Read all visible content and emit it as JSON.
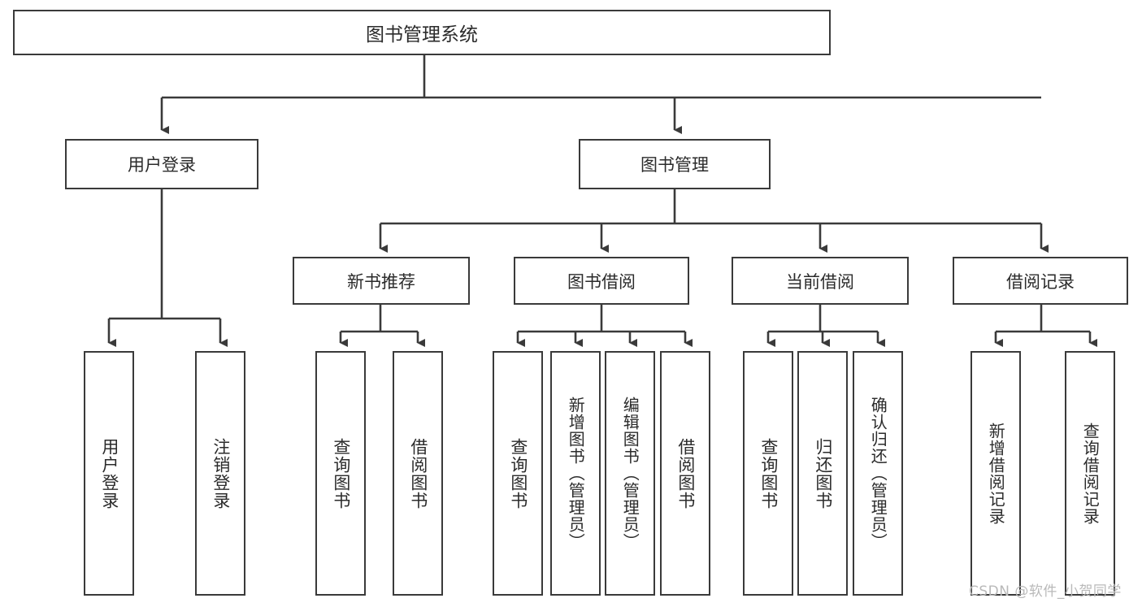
{
  "diagram": {
    "type": "tree-hierarchy",
    "title": "图书管理系统",
    "root": {
      "label": "图书管理系统"
    },
    "level1": [
      {
        "label": "用户登录"
      },
      {
        "label": "图书管理"
      }
    ],
    "level2": [
      {
        "label": "新书推荐"
      },
      {
        "label": "图书借阅"
      },
      {
        "label": "当前借阅"
      },
      {
        "label": "借阅记录"
      }
    ],
    "leaves": {
      "user_login": [
        {
          "label": "用户登录"
        },
        {
          "label": "注销登录"
        }
      ],
      "new_book_recommend": [
        {
          "label": "查询图书"
        },
        {
          "label": "借阅图书"
        }
      ],
      "book_borrow": [
        {
          "label": "查询图书"
        },
        {
          "label": "新增图书（管理员）"
        },
        {
          "label": "编辑图书（管理员）"
        },
        {
          "label": "借阅图书"
        }
      ],
      "current_borrow": [
        {
          "label": "查询图书"
        },
        {
          "label": "归还图书"
        },
        {
          "label": "确认归还（管理员）"
        }
      ],
      "borrow_record": [
        {
          "label": "新增借阅记录"
        },
        {
          "label": "查询借阅记录"
        }
      ]
    }
  },
  "watermark": {
    "text": "CSDN @软件_小贺同学"
  },
  "colors": {
    "background": "#ffffff",
    "border": "#3a3a3a",
    "text": "#2b2b2b",
    "watermark": "#b9b9b9"
  }
}
